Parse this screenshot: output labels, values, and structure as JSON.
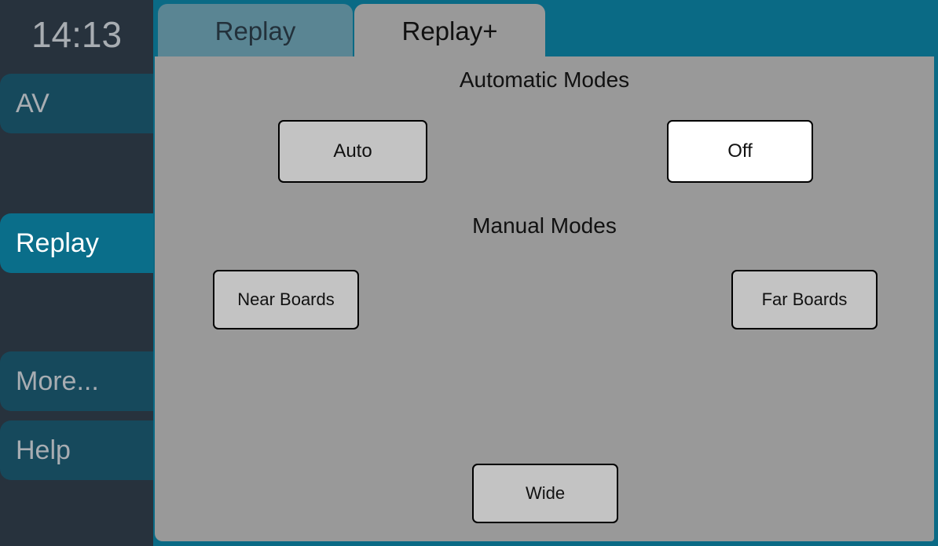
{
  "sidebar": {
    "clock": "14:13",
    "items": [
      {
        "label": "AV",
        "active": false,
        "name": "sidebar-item-av"
      },
      {
        "label": "Replay",
        "active": true,
        "name": "sidebar-item-replay"
      },
      {
        "label": "More...",
        "active": false,
        "name": "sidebar-item-more"
      },
      {
        "label": "Help",
        "active": false,
        "name": "sidebar-item-help"
      }
    ]
  },
  "tabs": [
    {
      "label": "Replay",
      "active": false
    },
    {
      "label": "Replay+",
      "active": true
    }
  ],
  "panel": {
    "automatic_modes_title": "Automatic Modes",
    "manual_modes_title": "Manual Modes",
    "automatic_buttons": [
      {
        "label": "Auto",
        "selected": false
      },
      {
        "label": "Off",
        "selected": true
      }
    ],
    "manual_buttons": [
      {
        "label": "Near Boards",
        "selected": false
      },
      {
        "label": "Far Boards",
        "selected": false
      },
      {
        "label": "Wide",
        "selected": false
      }
    ]
  },
  "colors": {
    "frame_teal": "#0a6a85",
    "sidebar_dark": "#27323d",
    "sidebar_item": "#16495c",
    "sidebar_item_active": "#0a6e8a",
    "panel_gray": "#999999",
    "button_gray": "#c3c3c3",
    "button_selected": "#ffffff",
    "tab_inactive": "#5a8593"
  }
}
